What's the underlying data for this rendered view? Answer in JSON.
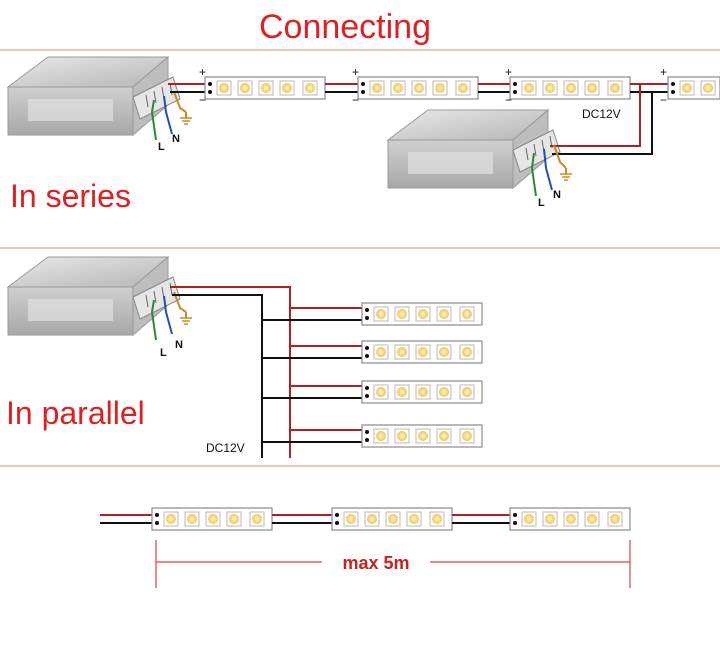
{
  "title": "Connecting",
  "sections": {
    "series": {
      "label": "In series",
      "voltage": "DC12V",
      "plus": "+",
      "minus": "−",
      "wire_l": "L",
      "wire_n": "N"
    },
    "parallel": {
      "label": "In parallel",
      "voltage": "DC12V",
      "wire_l": "L",
      "wire_n": "N"
    },
    "length": {
      "label": "max 5m"
    }
  },
  "colors": {
    "title": "#e02020",
    "divider": "#d88a8a",
    "wire_positive": "#b02020",
    "wire_negative": "#111111",
    "wire_live": "#2a8a3a",
    "wire_neutral": "#2050b0",
    "wire_ground": "#c88a20",
    "led": "#f5d27a",
    "strip_border": "#999999",
    "psu_body": "#c9c9c9",
    "measure_line": "#e04040"
  },
  "icons": {
    "power_supply": "power-supply-icon",
    "led_strip": "led-strip-icon",
    "ground": "ground-icon"
  }
}
